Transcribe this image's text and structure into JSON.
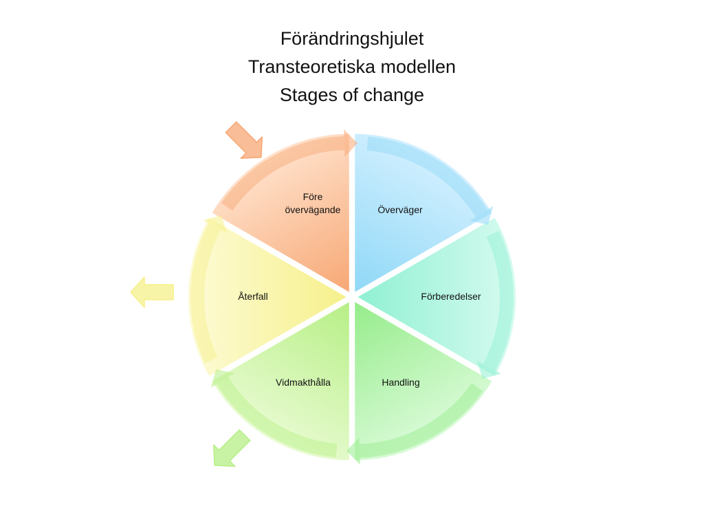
{
  "title": {
    "line1": "Förändringshjulet",
    "line2": "Transteoretiska modellen",
    "line3": "Stages of change"
  },
  "stages": [
    {
      "label_lines": [
        "Före",
        "övervägande"
      ],
      "color_light": "#ffe2cc",
      "color_dark": "#f7a774"
    },
    {
      "label_lines": [
        "Överväger"
      ],
      "color_light": "#d3f0ff",
      "color_dark": "#8fd8f7"
    },
    {
      "label_lines": [
        "Förberedelser"
      ],
      "color_light": "#d7fbf0",
      "color_dark": "#8ff0d2"
    },
    {
      "label_lines": [
        "Handling"
      ],
      "color_light": "#dbfbd9",
      "color_dark": "#95ec8a"
    },
    {
      "label_lines": [
        "Vidmakthålla"
      ],
      "color_light": "#e9fbd2",
      "color_dark": "#b6ef85"
    },
    {
      "label_lines": [
        "Återfall"
      ],
      "color_light": "#fdfbd7",
      "color_dark": "#f6f08a"
    }
  ],
  "side_arrows": [
    {
      "name": "entry-arrow-icon",
      "color": "#f7a774"
    },
    {
      "name": "exit-arrow-left-icon",
      "color": "#f6f08a"
    },
    {
      "name": "exit-arrow-downleft-icon",
      "color": "#b6ef85"
    }
  ]
}
